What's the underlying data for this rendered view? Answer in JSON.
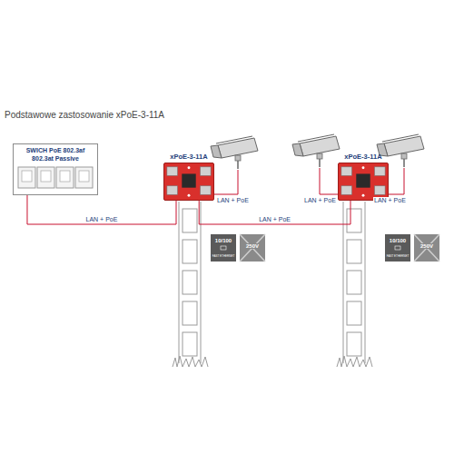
{
  "diagram": {
    "title": "Podstawowe zastosowanie xPoE-3-11A",
    "nodes": [
      {
        "text": [
          "SWICH PoE 802.3af 802.3at Passive"
        ]
      },
      {
        "text": [
          "xPoE-3-11A"
        ]
      },
      {
        "text": [
          "xPoE-3-11A"
        ]
      }
    ],
    "edges": [
      {
        "from": 0,
        "to": 1,
        "arrow": "none",
        "label": "LAN + PoE"
      },
      {
        "from": 1,
        "to": 2,
        "arrow": "none",
        "label": "LAN + PoE"
      }
    ],
    "labels": [
      "LAN + PoE",
      "10/100",
      "FAST ETHERNET",
      "250V",
      "LAN + PoE",
      "LAN + PoE",
      "10/100",
      "FAST ETHERNET",
      "250V"
    ]
  }
}
